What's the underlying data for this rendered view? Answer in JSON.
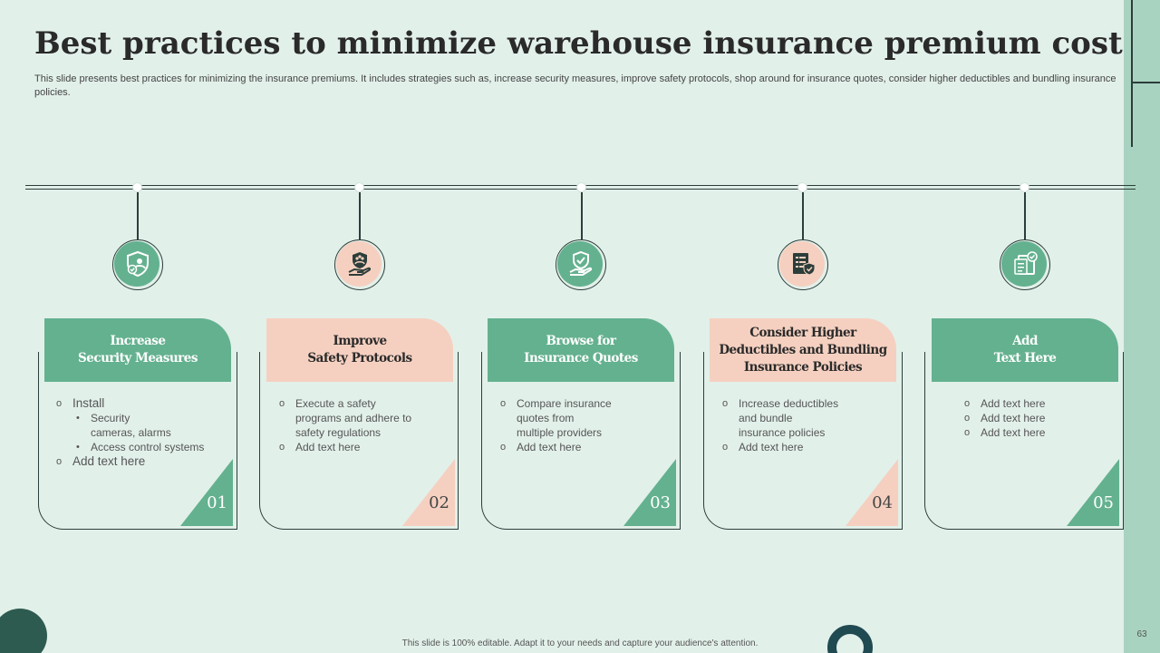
{
  "title": "Best practices to minimize warehouse insurance premium cost",
  "subtitle": "This slide presents best practices for minimizing the insurance premiums. It includes strategies such as, increase security measures, improve safety protocols, shop around for insurance quotes, consider higher deductibles and bundling insurance policies.",
  "colors": {
    "green": "#64b18f",
    "peach": "#f5d0c0",
    "dark": "#2c3e3a",
    "background": "#e2f0ea"
  },
  "steps": [
    {
      "number": "01",
      "title_line1": "Increase",
      "title_line2": "Security Measures",
      "icon": "shield-check-icon",
      "bullets": [
        {
          "mark": "o",
          "text": "Install"
        },
        {
          "mark": "•",
          "text": "Security"
        },
        {
          "mark": "",
          "text": "cameras, alarms"
        },
        {
          "mark": "•",
          "text": "Access control systems"
        },
        {
          "mark": "o",
          "text": "Add text here"
        }
      ]
    },
    {
      "number": "02",
      "title_line1": "Improve",
      "title_line2": "Safety Protocols",
      "icon": "hand-shield-people-icon",
      "bullets": [
        {
          "mark": "o",
          "text": "Execute a safety"
        },
        {
          "mark": "",
          "text": "programs and adhere to"
        },
        {
          "mark": "",
          "text": "safety regulations"
        },
        {
          "mark": "o",
          "text": "Add text here"
        }
      ]
    },
    {
      "number": "03",
      "title_line1": "Browse for",
      "title_line2": "Insurance Quotes",
      "icon": "hand-shield-icon",
      "bullets": [
        {
          "mark": "o",
          "text": "Compare insurance"
        },
        {
          "mark": "",
          "text": "quotes from"
        },
        {
          "mark": "",
          "text": "multiple providers"
        },
        {
          "mark": "o",
          "text": "Add text here"
        }
      ]
    },
    {
      "number": "04",
      "title_line1": "Consider Higher",
      "title_line2": "Deductibles and Bundling",
      "title_line3": "Insurance Policies",
      "icon": "policy-document-icon",
      "bullets": [
        {
          "mark": "o",
          "text": "Increase deductibles"
        },
        {
          "mark": "",
          "text": "and bundle"
        },
        {
          "mark": "",
          "text": "insurance policies"
        },
        {
          "mark": "o",
          "text": "Add text here"
        }
      ]
    },
    {
      "number": "05",
      "title_line1": "Add",
      "title_line2": "Text Here",
      "icon": "checklist-icon",
      "bullets": [
        {
          "mark": "o",
          "text": "Add text here"
        },
        {
          "mark": "o",
          "text": "Add text here"
        },
        {
          "mark": "o",
          "text": "Add text here"
        }
      ]
    }
  ],
  "footer": "This slide is 100% editable. Adapt it to your needs and capture your audience's attention.",
  "page_number": "63"
}
